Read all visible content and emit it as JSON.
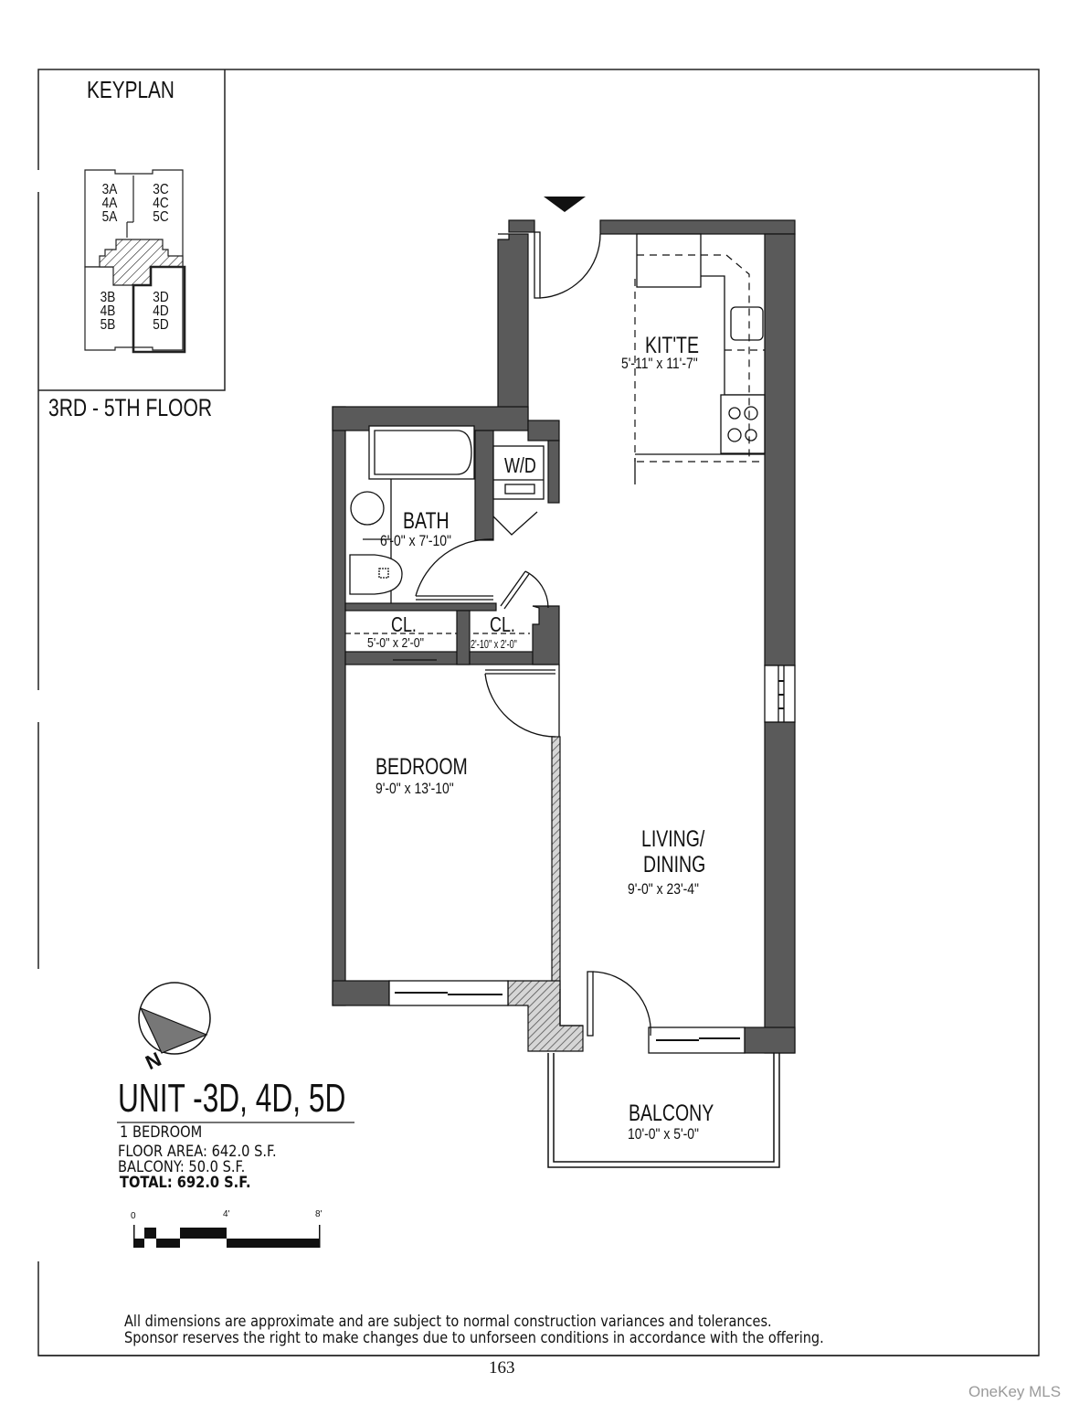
{
  "keyplan": {
    "title": "KEYPLAN",
    "floor_label": "3RD - 5TH FLOOR",
    "units": [
      {
        "label_lines": "3A 4A 5A",
        "l1": "3A",
        "l2": "4A",
        "l3": "5A"
      },
      {
        "label_lines": "3C 4C 5C",
        "l1": "3C",
        "l2": "4C",
        "l3": "5C"
      },
      {
        "label_lines": "3B 4B 5B",
        "l1": "3B",
        "l2": "4B",
        "l3": "5B"
      },
      {
        "label_lines": "3D 4D 5D",
        "l1": "3D",
        "l2": "4D",
        "l3": "5D",
        "highlighted": true
      }
    ]
  },
  "rooms": {
    "kitchen": {
      "name": "KIT'TE",
      "dims": "5'-11\" x 11'-7\""
    },
    "washer_dryer": {
      "name": "W/D"
    },
    "bath": {
      "name": "BATH",
      "dims": "6'-0\" x 7'-10\""
    },
    "closet_1": {
      "name": "CL.",
      "dims": "5'-0\" x 2'-0\""
    },
    "closet_2": {
      "name": "CL.",
      "dims": "2'-10\" x 2'-0\""
    },
    "bedroom": {
      "name": "BEDROOM",
      "dims": "9'-0\" x 13'-10\""
    },
    "living": {
      "name_line1": "LIVING/",
      "name_line2": "DINING",
      "dims": "9'-0\" x 23'-4\""
    },
    "balcony": {
      "name": "BALCONY",
      "dims": "10'-0\" x 5'-0\""
    }
  },
  "compass": {
    "label": "N"
  },
  "unit_info": {
    "title": "UNIT -3D, 4D, 5D",
    "type": "1 BEDROOM",
    "floor_area": "FLOOR AREA: 642.0 S.F.",
    "balcony": "BALCONY: 50.0 S.F.",
    "total": "TOTAL: 692.0 S.F."
  },
  "scale_bar": {
    "ticks": [
      "0",
      "4'",
      "8'"
    ]
  },
  "disclaimer": {
    "line1": "All dimensions are approximate and are subject to normal construction variances and tolerances.",
    "line2": "Sponsor reserves the right to make changes due to unforseen conditions in accordance with the offering."
  },
  "page_number": "163",
  "watermark": "OneKey MLS",
  "colors": {
    "wall": "#555555",
    "line": "#111111",
    "hatch": "#888888"
  }
}
